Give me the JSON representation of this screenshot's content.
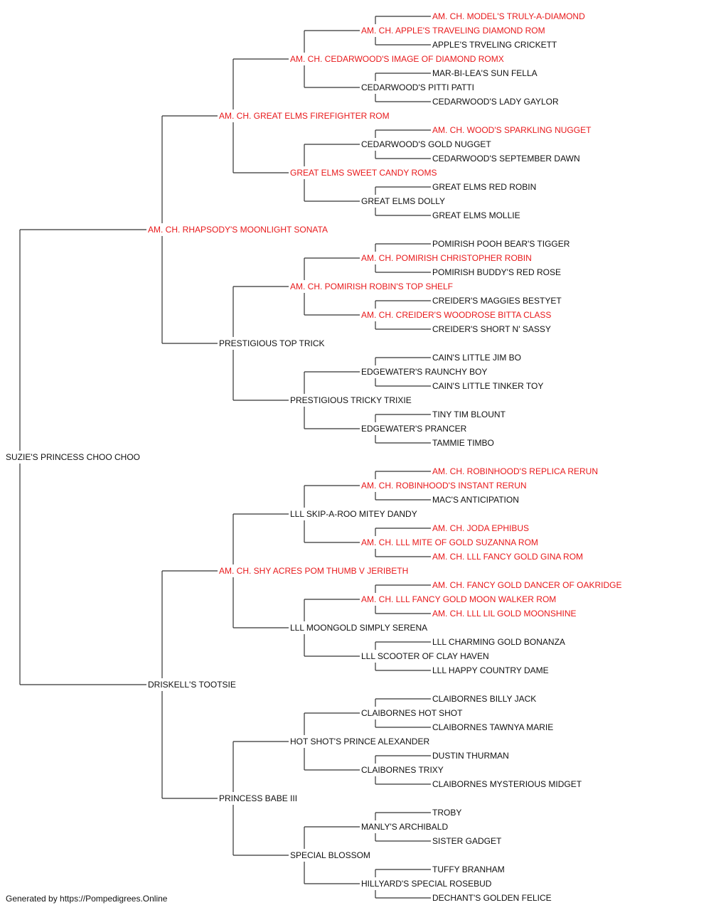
{
  "colors": {
    "champion": "#e8191b",
    "normal": "#111111",
    "line": "#333333"
  },
  "footer": "Generated by https://Pompedigrees.Online",
  "pedigree": {
    "name": "SUZIE'S PRINCESS CHOO CHOO",
    "champion": false,
    "sire": {
      "name": "AM. CH. RHAPSODY'S MOONLIGHT SONATA",
      "champion": true,
      "sire": {
        "name": "AM. CH. GREAT ELMS FIREFIGHTER ROM",
        "champion": true,
        "sire": {
          "name": "AM. CH. CEDARWOOD'S IMAGE OF DIAMOND ROMX",
          "champion": true,
          "sire": {
            "name": "AM. CH. APPLE'S TRAVELING DIAMOND ROM",
            "champion": true,
            "sire": {
              "name": "AM. CH. MODEL'S TRULY-A-DIAMOND",
              "champion": true
            },
            "dam": {
              "name": "APPLE'S TRVELING CRICKETT",
              "champion": false
            }
          },
          "dam": {
            "name": "CEDARWOOD'S PITTI PATTI",
            "champion": false,
            "sire": {
              "name": "MAR-BI-LEA'S SUN FELLA",
              "champion": false
            },
            "dam": {
              "name": "CEDARWOOD'S LADY GAYLOR",
              "champion": false
            }
          }
        },
        "dam": {
          "name": "GREAT ELMS SWEET CANDY ROMS",
          "champion": true,
          "sire": {
            "name": "CEDARWOOD'S GOLD NUGGET",
            "champion": false,
            "sire": {
              "name": "AM. CH. WOOD'S SPARKLING NUGGET",
              "champion": true
            },
            "dam": {
              "name": "CEDARWOOD'S SEPTEMBER DAWN",
              "champion": false
            }
          },
          "dam": {
            "name": "GREAT ELMS DOLLY",
            "champion": false,
            "sire": {
              "name": "GREAT ELMS RED ROBIN",
              "champion": false
            },
            "dam": {
              "name": "GREAT ELMS MOLLIE",
              "champion": false
            }
          }
        }
      },
      "dam": {
        "name": "PRESTIGIOUS TOP TRICK",
        "champion": false,
        "sire": {
          "name": "AM. CH. POMIRISH ROBIN'S TOP SHELF",
          "champion": true,
          "sire": {
            "name": "AM. CH. POMIRISH CHRISTOPHER ROBIN",
            "champion": true,
            "sire": {
              "name": "POMIRISH POOH BEAR'S TIGGER",
              "champion": false
            },
            "dam": {
              "name": "POMIRISH BUDDY'S RED ROSE",
              "champion": false
            }
          },
          "dam": {
            "name": "AM. CH. CREIDER'S WOODROSE BITTA CLASS",
            "champion": true,
            "sire": {
              "name": "CREIDER'S MAGGIES BESTYET",
              "champion": false
            },
            "dam": {
              "name": "CREIDER'S SHORT N' SASSY",
              "champion": false
            }
          }
        },
        "dam": {
          "name": "PRESTIGIOUS TRICKY TRIXIE",
          "champion": false,
          "sire": {
            "name": "EDGEWATER'S RAUNCHY BOY",
            "champion": false,
            "sire": {
              "name": "CAIN'S LITTLE JIM BO",
              "champion": false
            },
            "dam": {
              "name": "CAIN'S LITTLE TINKER TOY",
              "champion": false
            }
          },
          "dam": {
            "name": "EDGEWATER'S PRANCER",
            "champion": false,
            "sire": {
              "name": "TINY TIM BLOUNT",
              "champion": false
            },
            "dam": {
              "name": "TAMMIE TIMBO",
              "champion": false
            }
          }
        }
      }
    },
    "dam": {
      "name": "DRISKELL'S TOOTSIE",
      "champion": false,
      "sire": {
        "name": "AM. CH. SHY ACRES POM THUMB V JERIBETH",
        "champion": true,
        "sire": {
          "name": "LLL SKIP-A-ROO MITEY DANDY",
          "champion": false,
          "sire": {
            "name": "AM. CH. ROBINHOOD'S INSTANT RERUN",
            "champion": true,
            "sire": {
              "name": "AM. CH. ROBINHOOD'S REPLICA RERUN",
              "champion": true
            },
            "dam": {
              "name": "MAC'S ANTICIPATION",
              "champion": false
            }
          },
          "dam": {
            "name": "AM. CH. LLL MITE OF GOLD SUZANNA ROM",
            "champion": true,
            "sire": {
              "name": "AM. CH. JODA EPHIBUS",
              "champion": true
            },
            "dam": {
              "name": "AM. CH. LLL FANCY GOLD GINA ROM",
              "champion": true
            }
          }
        },
        "dam": {
          "name": "LLL MOONGOLD SIMPLY SERENA",
          "champion": false,
          "sire": {
            "name": "AM. CH. LLL FANCY GOLD MOON WALKER ROM",
            "champion": true,
            "sire": {
              "name": "AM. CH. FANCY GOLD DANCER OF OAKRIDGE",
              "champion": true
            },
            "dam": {
              "name": "AM. CH. LLL LIL GOLD MOONSHINE",
              "champion": true
            }
          },
          "dam": {
            "name": "LLL SCOOTER OF CLAY HAVEN",
            "champion": false,
            "sire": {
              "name": "LLL CHARMING GOLD BONANZA",
              "champion": false
            },
            "dam": {
              "name": "LLL HAPPY COUNTRY DAME",
              "champion": false
            }
          }
        }
      },
      "dam": {
        "name": "PRINCESS BABE III",
        "champion": false,
        "sire": {
          "name": "HOT SHOT'S PRINCE ALEXANDER",
          "champion": false,
          "sire": {
            "name": "CLAIBORNES HOT SHOT",
            "champion": false,
            "sire": {
              "name": "CLAIBORNES BILLY JACK",
              "champion": false
            },
            "dam": {
              "name": "CLAIBORNES TAWNYA MARIE",
              "champion": false
            }
          },
          "dam": {
            "name": "CLAIBORNES TRIXY",
            "champion": false,
            "sire": {
              "name": "DUSTIN THURMAN",
              "champion": false
            },
            "dam": {
              "name": "CLAIBORNES MYSTERIOUS MIDGET",
              "champion": false
            }
          }
        },
        "dam": {
          "name": "SPECIAL BLOSSOM",
          "champion": false,
          "sire": {
            "name": "MANLY'S ARCHIBALD",
            "champion": false,
            "sire": {
              "name": "TROBY",
              "champion": false
            },
            "dam": {
              "name": "SISTER GADGET",
              "champion": false
            }
          },
          "dam": {
            "name": "HILLYARD'S SPECIAL ROSEBUD",
            "champion": false,
            "sire": {
              "name": "TUFFY BRANHAM",
              "champion": false
            },
            "dam": {
              "name": "DECHANT'S GOLDEN FELICE",
              "champion": false
            }
          }
        }
      }
    }
  }
}
